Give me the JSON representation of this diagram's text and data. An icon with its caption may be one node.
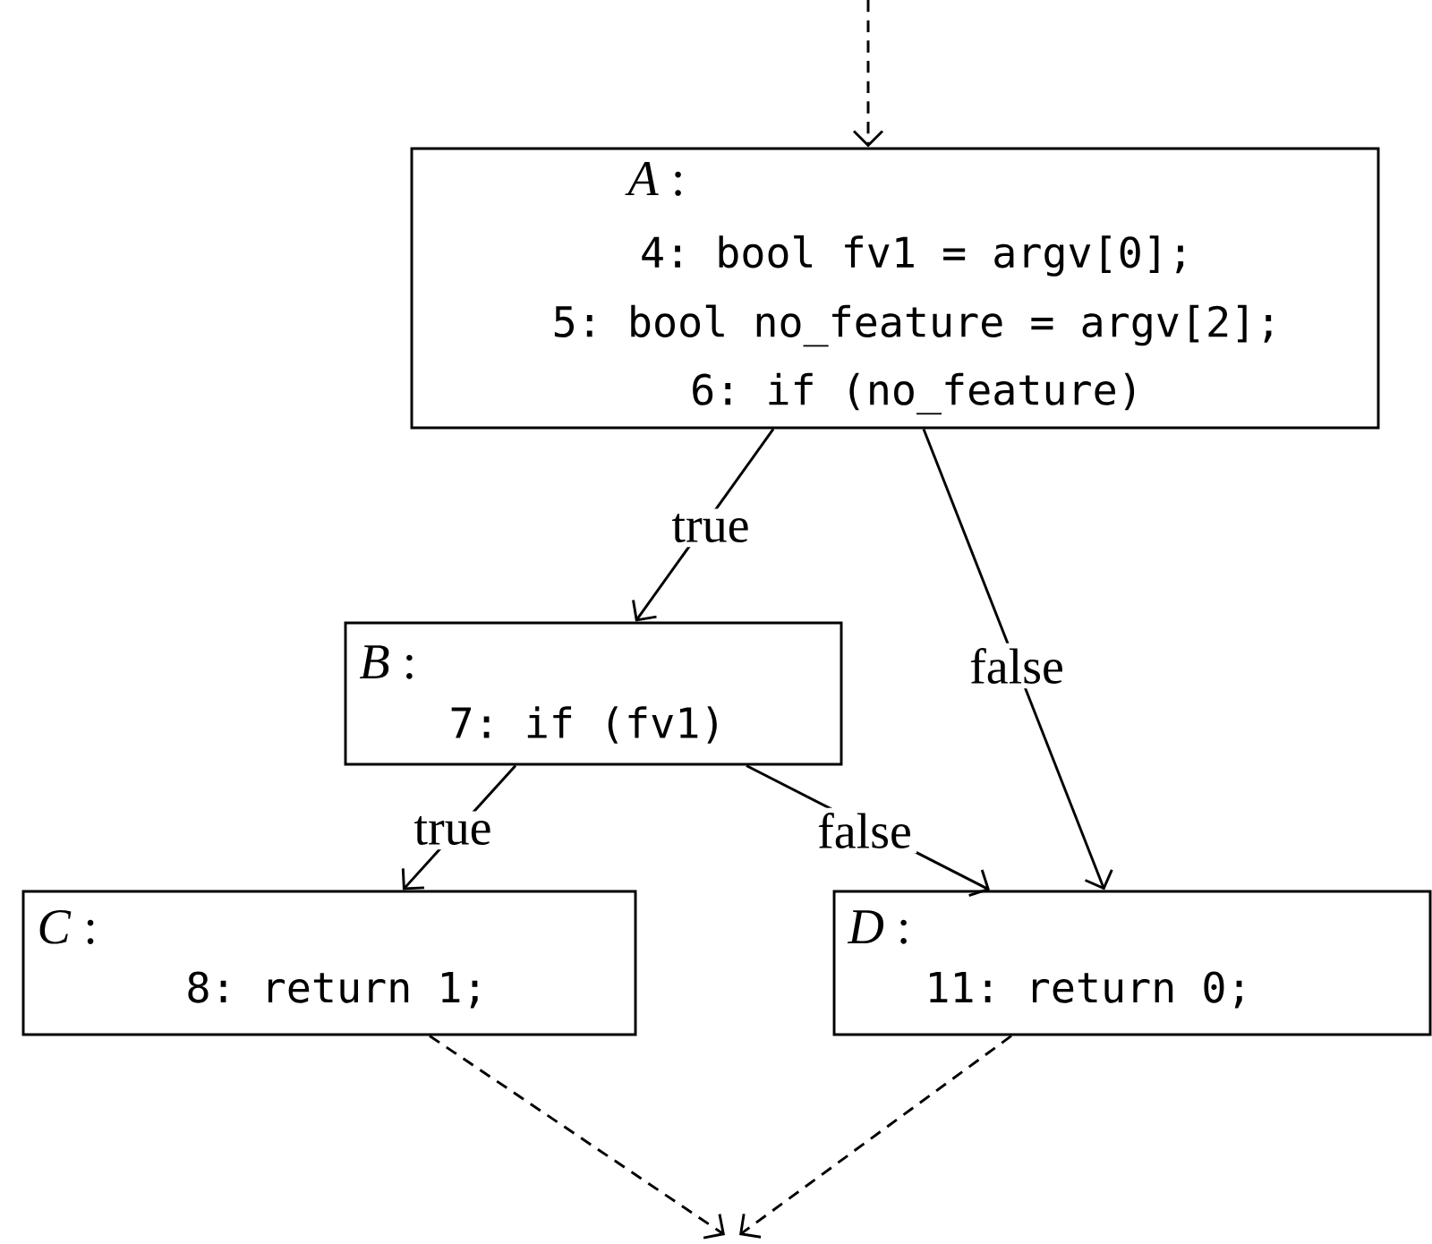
{
  "diagram": {
    "nodes": [
      {
        "text": [
          "*A* :",
          "4: bool fv1 = argv[0];",
          "5: bool no_feature = argv[2];",
          "6: if (no_feature)"
        ]
      },
      {
        "text": [
          "*B* :",
          "7: if (fv1)"
        ]
      },
      {
        "text": [
          "*C* :",
          "8: return 1;"
        ]
      },
      {
        "text": [
          "*D* :",
          "11: return 0;"
        ]
      }
    ],
    "edges": [
      {
        "from": null,
        "to": 0,
        "arrow": "to",
        "style": "dashed"
      },
      {
        "from": 0,
        "to": 1,
        "arrow": "to",
        "label": "true"
      },
      {
        "from": 0,
        "to": 3,
        "arrow": "to",
        "label": "false"
      },
      {
        "from": 1,
        "to": 2,
        "arrow": "to",
        "label": "true"
      },
      {
        "from": 1,
        "to": 3,
        "arrow": "to",
        "label": "false"
      },
      {
        "from": 2,
        "to": null,
        "arrow": "to",
        "style": "dashed"
      },
      {
        "from": 3,
        "to": null,
        "arrow": "to",
        "style": "dashed"
      }
    ]
  }
}
